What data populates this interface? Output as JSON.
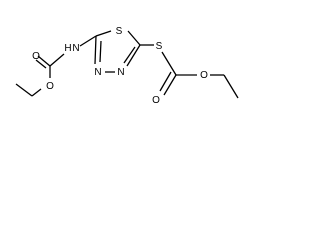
{
  "molecule": {
    "atoms": {
      "amide_n": "N",
      "amide_h": "H",
      "carbamate_carbonyl_o": "O",
      "carbamate_ester_o": "O",
      "ring_s": "S",
      "ring_n_a": "N",
      "ring_n_b": "N",
      "thio_s": "S",
      "thio_carbonyl_o": "O",
      "thio_ester_o": "O"
    }
  },
  "colors": {
    "ink": "#000000",
    "background": "#ffffff"
  }
}
